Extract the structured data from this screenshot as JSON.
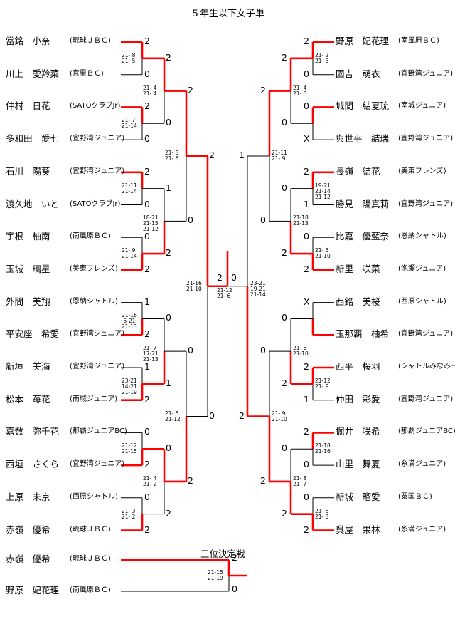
{
  "title": "５年生以下女子単",
  "third_place_title": "三位決定戦",
  "left_players": [
    {
      "name": "當銘　小奈",
      "club": "(琉球ＪＢＣ)",
      "result": "2"
    },
    {
      "name": "川上　愛羚菜",
      "club": "(宮里ＢＣ)",
      "result": "0"
    },
    {
      "name": "仲村　日花",
      "club": "(SATOクラブJr)",
      "result": "2"
    },
    {
      "name": "多和田　愛七",
      "club": "(宜野湾ジュニア)",
      "result": "0"
    },
    {
      "name": "石川　陽葵",
      "club": "(宜野湾ジュニア)",
      "result": "2"
    },
    {
      "name": "渡久地　いと",
      "club": "(SATOクラブJr)",
      "result": "0"
    },
    {
      "name": "宇根　柚南",
      "club": "(南風原ＢＣ)",
      "result": "0"
    },
    {
      "name": "玉城　璃星",
      "club": "(美東フレンズ)",
      "result": "2"
    },
    {
      "name": "外間　美翔",
      "club": "(恩納シャトル)",
      "result": "1"
    },
    {
      "name": "平安座　希愛",
      "club": "(宜野湾ジュニア)",
      "result": "2"
    },
    {
      "name": "新垣　美海",
      "club": "(宜野湾ジュニア)",
      "result": "1"
    },
    {
      "name": "松本　苺花",
      "club": "(南城ジュニア)",
      "result": "2"
    },
    {
      "name": "嘉数　弥千花",
      "club": "(那覇ジュニアBC)",
      "result": "0"
    },
    {
      "name": "西垣　さくら",
      "club": "(宜野湾ジュニア)",
      "result": "2"
    },
    {
      "name": "上原　未京",
      "club": "(西原シャトル)",
      "result": "0"
    },
    {
      "name": "赤嶺　優希",
      "club": "(琉球ＪＢＣ)",
      "result": "2"
    }
  ],
  "right_players": [
    {
      "name": "野原　妃花理",
      "club": "(南風原ＢＣ)",
      "result": "2"
    },
    {
      "name": "國吉　萌衣",
      "club": "(宜野湾ジュニア)",
      "result": "0"
    },
    {
      "name": "城間　結夏琉",
      "club": "(南城ジュニア)",
      "result": "0"
    },
    {
      "name": "與世平　結瑞",
      "club": "(宜野湾ジュニア)",
      "result": "X"
    },
    {
      "name": "長嶺　結花",
      "club": "(美東フレンズ)",
      "result": "2"
    },
    {
      "name": "勝見　陽真莉",
      "club": "(宜野湾ジュニア)",
      "result": "1"
    },
    {
      "name": "比嘉　優藍奈",
      "club": "(恩納シャトル)",
      "result": "0"
    },
    {
      "name": "新里　咲菜",
      "club": "(泡瀬ジュニア)",
      "result": "2"
    },
    {
      "name": "西銘　美桜",
      "club": "(西原シャトル)",
      "result": "X"
    },
    {
      "name": "玉那覇　柚希",
      "club": "(宜野湾ジュニア)",
      "result": ""
    },
    {
      "name": "西平　桜羽",
      "club": "(シャトルみなみーず)",
      "result": "2"
    },
    {
      "name": "仲田　彩愛",
      "club": "(宜野湾ジュニア)",
      "result": "1"
    },
    {
      "name": "掘井　咲希",
      "club": "(那覇ジュニアBC)",
      "result": "2"
    },
    {
      "name": "山里　舞夏",
      "club": "(糸満ジュニア)",
      "result": "0"
    },
    {
      "name": "新城　瑠愛",
      "club": "(粟国ＢＣ)",
      "result": "0"
    },
    {
      "name": "呉屋　果林",
      "club": "(糸満ジュニア)",
      "result": "2"
    }
  ],
  "left_r2_results": [
    "2",
    "0",
    "1",
    "2",
    "0",
    "1",
    "0",
    "2"
  ],
  "left_r3_results": [
    "2",
    "0",
    "0",
    "2"
  ],
  "left_sf_results": [
    "2",
    "0"
  ],
  "right_r2_results": [
    "2",
    "0",
    "0",
    "2",
    "0",
    "2",
    "0",
    "2"
  ],
  "right_r3_results": [
    "2",
    "0",
    "0",
    "2"
  ],
  "right_sf_results": [
    "1",
    "2"
  ],
  "final_results": [
    "2",
    "0"
  ],
  "left_r1_scores": [
    "21- 8\n21- 5",
    "21- 7\n21-14",
    "21-11\n21-14",
    "21- 9\n21-14",
    "21-16\n 6-21\n21-13",
    "23-21\n14-21\n21-19",
    "21-12\n21-15",
    "21- 3\n21- 2"
  ],
  "left_r2_scores": [
    "21- 4\n21- 4",
    "18-21\n21-15\n21-12",
    "21- 7\n17-21\n21-13",
    "21- 4\n21- 2"
  ],
  "left_r3_scores": [
    "21- 3\n21- 6",
    "21- 5\n21-12"
  ],
  "left_sf_score": "21-16\n21-10",
  "final_score": "21-12\n21- 6",
  "right_sf_score": "23-21\n19-21\n21-14",
  "right_r1_scores": [
    "21- 2\n21- 3",
    "",
    "19-21\n21-14\n21-12",
    "21- 5\n21-10",
    "",
    "21-12\n21- 9",
    "21-18\n21-16",
    "21- 8\n21- 3"
  ],
  "right_r2_scores": [
    "21- 4\n21- 5",
    "21-18\n21-13",
    "21- 5\n21-10",
    "21- 8\n21- 7"
  ],
  "right_r3_scores": [
    "21-11\n21- 9",
    "21- 9\n21-10"
  ],
  "third_place": {
    "players": [
      {
        "name": "赤嶺　優希",
        "club": "(琉球ＪＢＣ)",
        "result": "2"
      },
      {
        "name": "野原　妃花理",
        "club": "(南風原ＢＣ)",
        "result": "0"
      }
    ],
    "score": "21-15\n21-19"
  },
  "colors": {
    "winner_line": "#ff0000",
    "loser_line": "#000000"
  }
}
